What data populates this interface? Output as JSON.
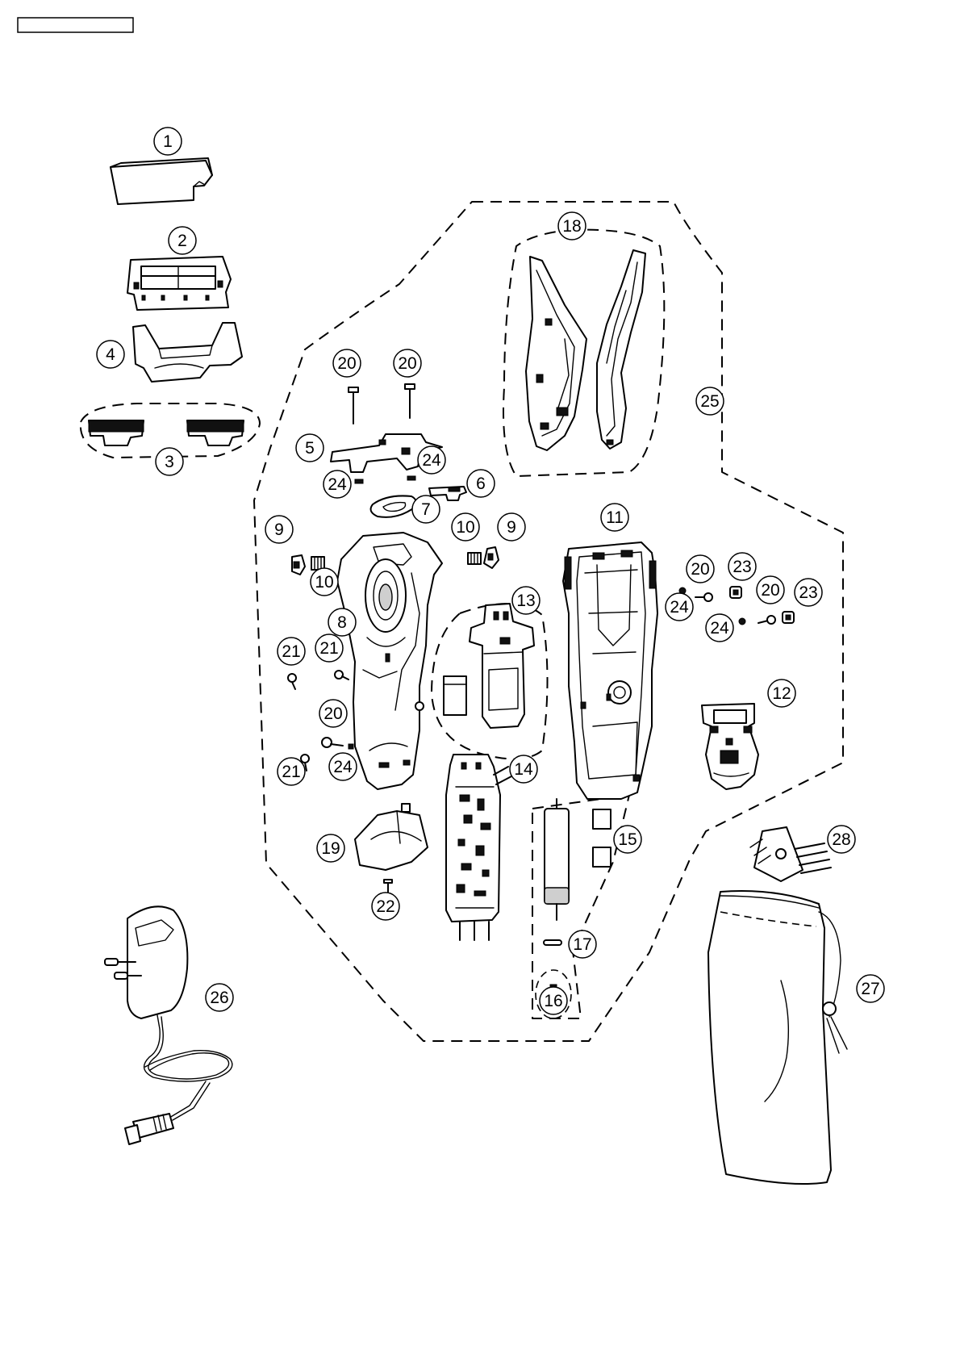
{
  "header_box_text": "",
  "parts": [
    {
      "label": "1"
    },
    {
      "label": "2"
    },
    {
      "label": "3"
    },
    {
      "label": "4"
    },
    {
      "label": "5"
    },
    {
      "label": "6"
    },
    {
      "label": "7"
    },
    {
      "label": "8"
    },
    {
      "label": "9"
    },
    {
      "label": "9"
    },
    {
      "label": "10"
    },
    {
      "label": "10"
    },
    {
      "label": "11"
    },
    {
      "label": "12"
    },
    {
      "label": "13"
    },
    {
      "label": "14"
    },
    {
      "label": "15"
    },
    {
      "label": "16"
    },
    {
      "label": "17"
    },
    {
      "label": "18"
    },
    {
      "label": "19"
    },
    {
      "label": "20"
    },
    {
      "label": "20"
    },
    {
      "label": "20"
    },
    {
      "label": "20"
    },
    {
      "label": "20"
    },
    {
      "label": "21"
    },
    {
      "label": "21"
    },
    {
      "label": "21"
    },
    {
      "label": "22"
    },
    {
      "label": "23"
    },
    {
      "label": "23"
    },
    {
      "label": "24"
    },
    {
      "label": "24"
    },
    {
      "label": "24"
    },
    {
      "label": "24"
    },
    {
      "label": "24"
    },
    {
      "label": "25"
    },
    {
      "label": "26"
    },
    {
      "label": "27"
    },
    {
      "label": "28"
    }
  ]
}
